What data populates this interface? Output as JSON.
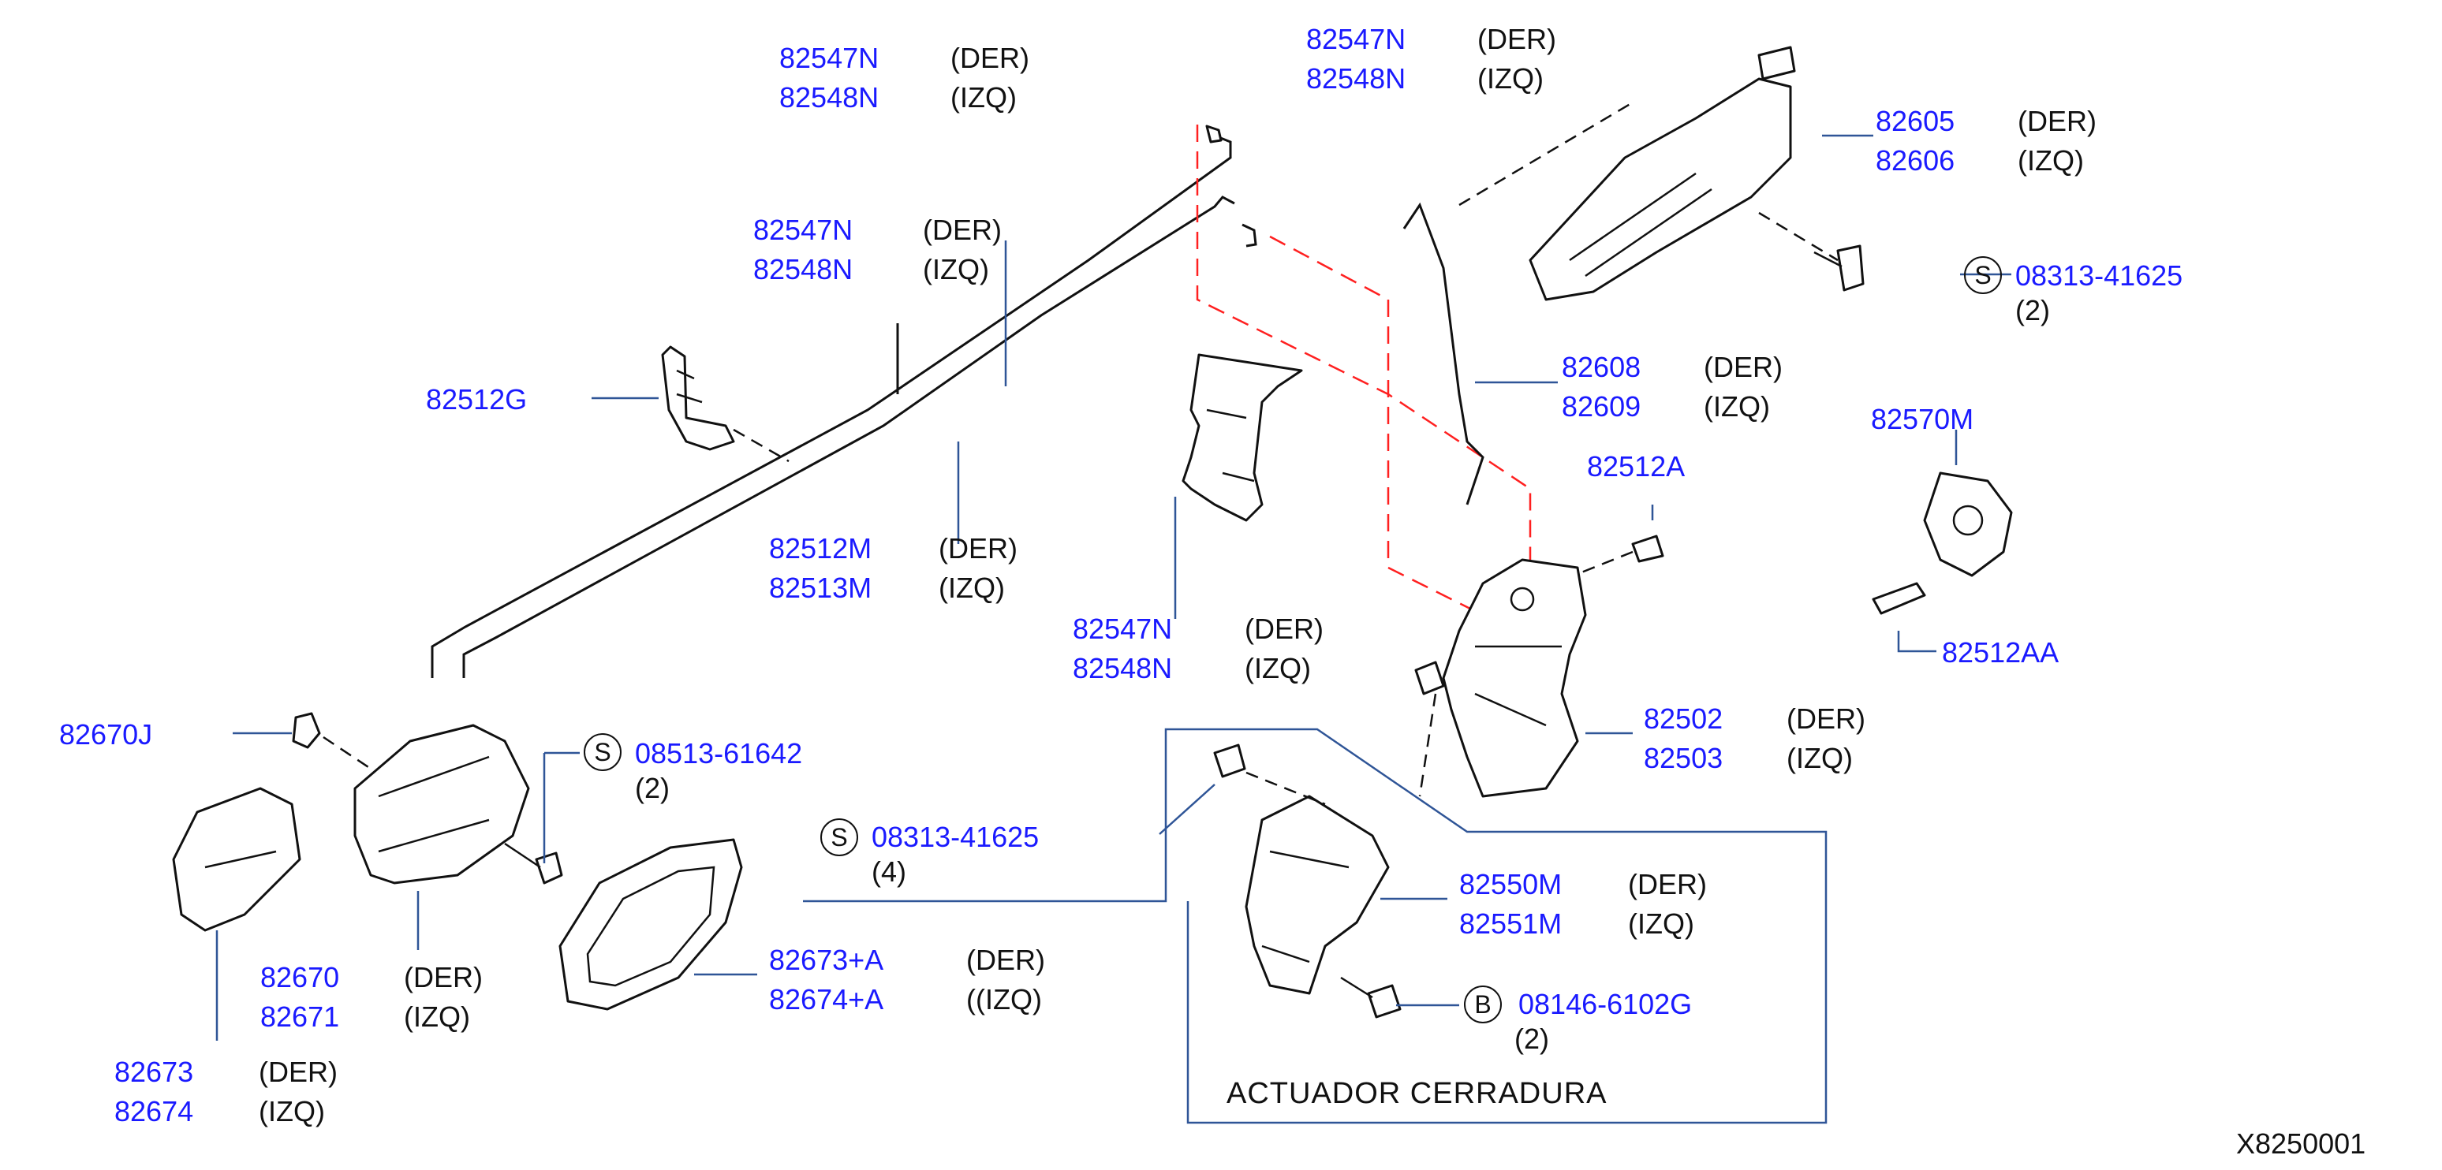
{
  "labels": {
    "rod_top_left": {
      "pn1": "82547N",
      "side1": "(DER)",
      "pn2": "82548N",
      "side2": "(IZQ)"
    },
    "rod_top_right": {
      "pn1": "82547N",
      "side1": "(DER)",
      "pn2": "82548N",
      "side2": "(IZQ)"
    },
    "rod_mid": {
      "pn1": "82547N",
      "side1": "(DER)",
      "pn2": "82548N",
      "side2": "(IZQ)"
    },
    "outer_handle": {
      "pn1": "82605",
      "side1": "(DER)",
      "pn2": "82606",
      "side2": "(IZQ)"
    },
    "screw_outer": {
      "circle": "S",
      "pn": "08313-41625",
      "qty": "(2)"
    },
    "clip_g": {
      "pn": "82512G"
    },
    "rod_outer": {
      "pn1": "82608",
      "side1": "(DER)",
      "pn2": "82609",
      "side2": "(IZQ)"
    },
    "guard": {
      "pn1": "82570M",
      "pn2": "82512AA"
    },
    "screw_a": {
      "pn": "82512A"
    },
    "cable": {
      "pn1": "82512M",
      "side1": "(DER)",
      "pn2": "82513M",
      "side2": "(IZQ)"
    },
    "bracket_rod": {
      "pn1": "82547N",
      "side1": "(DER)",
      "pn2": "82548N",
      "side2": "(IZQ)"
    },
    "lock": {
      "pn1": "82502",
      "side1": "(DER)",
      "pn2": "82503",
      "side2": "(IZQ)"
    },
    "grommet": {
      "pn": "82670J"
    },
    "screw_inner": {
      "circle": "S",
      "pn": "08513-61642",
      "qty": "(2)"
    },
    "screw_act": {
      "circle": "S",
      "pn": "08313-41625",
      "qty": "(4)"
    },
    "actuator": {
      "pn1": "82550M",
      "side1": "(DER)",
      "pn2": "82551M",
      "side2": "(IZQ)"
    },
    "bolt_act": {
      "circle": "B",
      "pn": "08146-6102G",
      "qty": "(2)"
    },
    "inner_handle": {
      "pn1": "82670",
      "side1": "(DER)",
      "pn2": "82671",
      "side2": "(IZQ)"
    },
    "escutcheon": {
      "pn1": "82673+A",
      "side1": "(DER)",
      "pn2": "82674+A",
      "side2": "((IZQ)"
    },
    "cover": {
      "pn1": "82673",
      "side1": "(DER)",
      "pn2": "82674",
      "side2": "(IZQ)"
    }
  },
  "caption": "ACTUADOR   CERRADURA",
  "diagram_code": "X8250001",
  "colors": {
    "part_number": "#1a1aff",
    "leader": "#2f5597",
    "link_dash": "#ff2020"
  }
}
